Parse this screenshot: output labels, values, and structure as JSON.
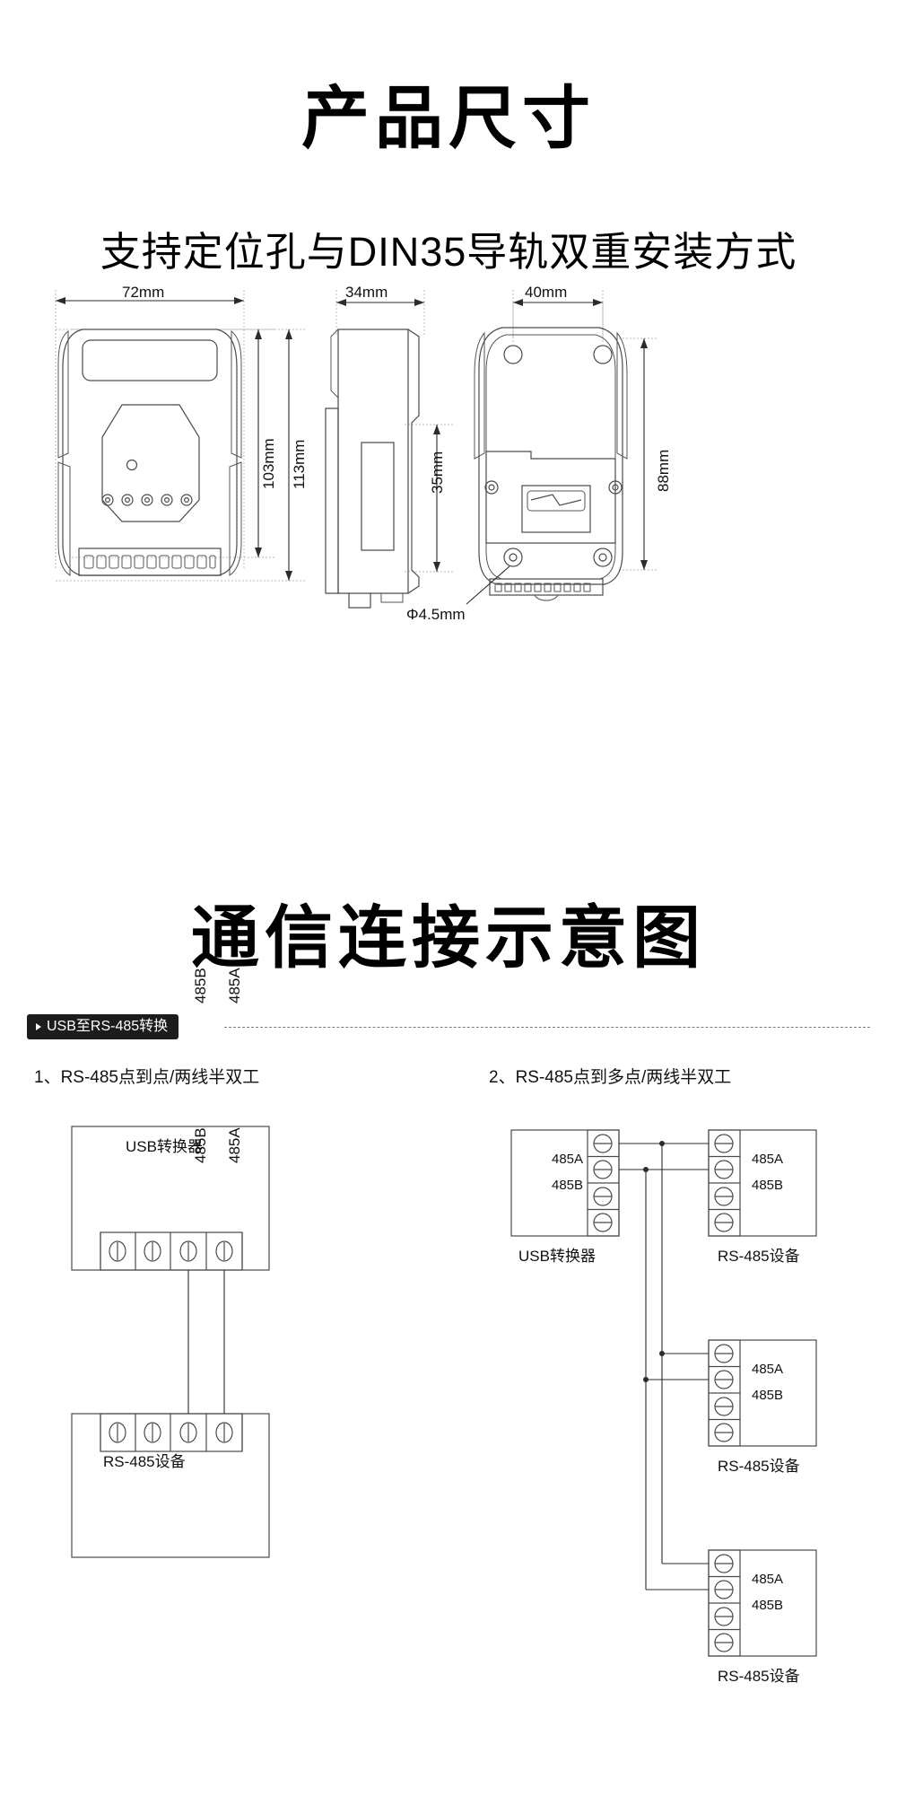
{
  "section_dimensions": {
    "title": "产品尺寸",
    "subtitle": "支持定位孔与DIN35导轨双重安装方式",
    "views": {
      "front": {
        "name": "front-view",
        "width_label": "72mm",
        "height_inner_label": "103mm",
        "height_outer_label": "113mm"
      },
      "side": {
        "name": "side-view",
        "width_label": "34mm",
        "height_label": "35mm"
      },
      "rear": {
        "name": "rear-view",
        "width_label": "40mm",
        "height_label": "88mm",
        "hole_label": "Φ4.5mm"
      }
    }
  },
  "section_wiring": {
    "title": "通信连接示意图",
    "tag_label": "USB至RS-485转换",
    "diagram1": {
      "heading": "1、RS-485点到点/两线半双工",
      "top_device_label": "USB转换器",
      "top_pin_labels": [
        "485B",
        "485A"
      ],
      "bottom_pin_labels": [
        "485B",
        "485A"
      ],
      "bottom_device_label": "RS-485设备"
    },
    "diagram2": {
      "heading": "2、RS-485点到多点/两线半双工",
      "master_label": "USB转换器",
      "master_terminals": [
        "485A",
        "485B"
      ],
      "slaves": [
        {
          "label": "RS-485设备",
          "terminals": [
            "485A",
            "485B"
          ]
        },
        {
          "label": "RS-485设备",
          "terminals": [
            "485A",
            "485B"
          ]
        },
        {
          "label": "RS-485设备",
          "terminals": [
            "485A",
            "485B"
          ]
        }
      ]
    }
  },
  "colors": {
    "ink": "#111111",
    "line": "#4a4a4a",
    "tag_bg": "#1c1c1c",
    "background": "#ffffff"
  }
}
